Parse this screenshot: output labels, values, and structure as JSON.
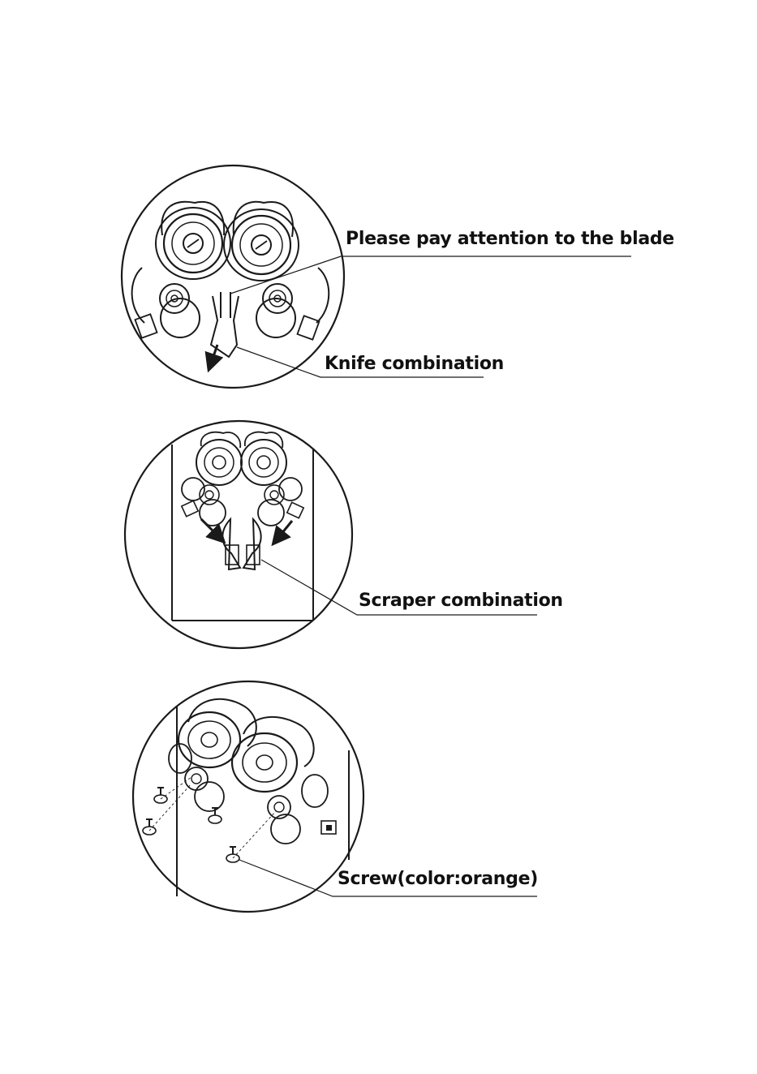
{
  "panels": [
    {
      "id": "panel-1",
      "callouts": [
        {
          "key": "blade",
          "text": "Please pay attention to the blade"
        },
        {
          "key": "knife",
          "text": "Knife combination"
        }
      ]
    },
    {
      "id": "panel-2",
      "callouts": [
        {
          "key": "scraper",
          "text": "Scraper combination"
        }
      ]
    },
    {
      "id": "panel-3",
      "callouts": [
        {
          "key": "screw",
          "text": "Screw(color:orange)"
        }
      ]
    }
  ],
  "colors": {
    "line": "#1a1a1a",
    "background": "#ffffff"
  }
}
